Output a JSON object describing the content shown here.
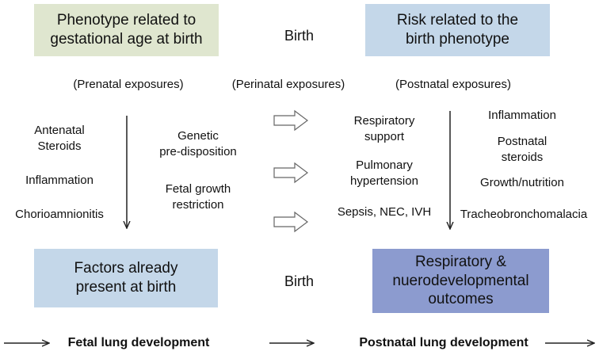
{
  "boxes": {
    "top_left": "Phenotype related to\ngestational age at birth",
    "top_right": "Risk related to the\nbirth phenotype",
    "bottom_left": "Factors already\npresent at birth",
    "bottom_right": "Respiratory &\nnuerodevelopmental\noutcomes"
  },
  "birth_top": "Birth",
  "birth_bottom": "Birth",
  "exposures": {
    "prenatal": "(Prenatal exposures)",
    "perinatal": "(Perinatal exposures)",
    "postnatal": "(Postnatal exposures)"
  },
  "prenatal_factors": [
    "Antenatal\nSteroids",
    "Inflammation",
    "Chorioamnionitis"
  ],
  "perinatal_factors": [
    "Genetic\npre-disposition",
    "Fetal growth\nrestriction"
  ],
  "mid_factors": [
    "Respiratory\nsupport",
    "Pulmonary\nhypertension",
    "Sepsis, NEC, IVH"
  ],
  "postnatal_factors": [
    "Inflammation",
    "Postnatal\nsteroids",
    "Growth/nutrition",
    "Tracheobronchomalacia"
  ],
  "timeline": {
    "fetal": "Fetal lung development",
    "postnatal": "Postnatal lung development"
  },
  "colors": {
    "green_box": "#dfe6cf",
    "blue_box": "#c4d7e9",
    "purple_box": "#8c9bcf"
  }
}
